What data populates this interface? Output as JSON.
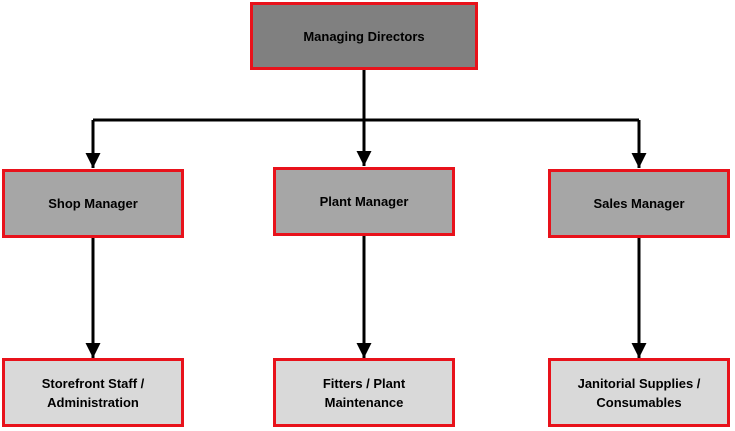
{
  "diagram": {
    "root": {
      "label": "Managing Directors"
    },
    "managers": [
      {
        "label": "Shop Manager"
      },
      {
        "label": "Plant Manager"
      },
      {
        "label": "Sales Manager"
      }
    ],
    "teams": [
      {
        "label": "Storefront Staff /\nAdministration"
      },
      {
        "label": "Fitters / Plant\nMaintenance"
      },
      {
        "label": "Janitorial Supplies /\nConsumables"
      }
    ]
  },
  "colors": {
    "border": "#e8121b",
    "root_fill": "#808080",
    "manager_fill": "#a6a6a6",
    "team_fill": "#d9d9d9",
    "connector": "#000000"
  }
}
